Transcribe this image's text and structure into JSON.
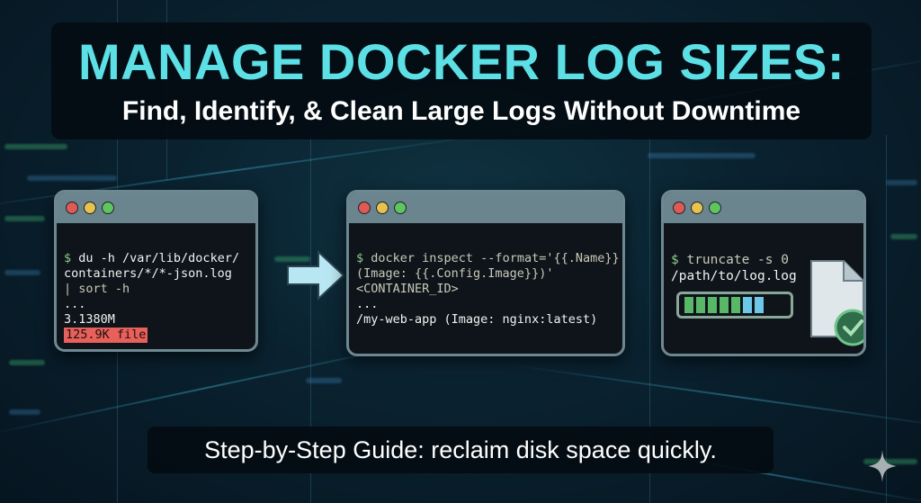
{
  "header": {
    "title": "MANAGE DOCKER LOG SIZES:",
    "subtitle": "Find, Identify, & Clean Large Logs Without Downtime"
  },
  "terminals": [
    {
      "step": "find",
      "lines": [
        {
          "prompt": "$ ",
          "text": "du -h /var/lib/docker/"
        },
        {
          "text": "containers/*/*-json.log"
        },
        {
          "text": "| sort -h"
        },
        {
          "text": "..."
        },
        {
          "text": "3.1380M"
        },
        {
          "text": "125.9K file",
          "highlight": true
        }
      ]
    },
    {
      "step": "identify",
      "lines": [
        {
          "prompt": "$ ",
          "text": "docker inspect --format='{{.Name}}"
        },
        {
          "text": "(Image: {{.Config.Image}})'"
        },
        {
          "text": "<CONTAINER_ID>"
        },
        {
          "text": ""
        },
        {
          "text": "..."
        },
        {
          "text": "/my-web-app (Image: nginx:latest)"
        }
      ]
    },
    {
      "step": "clean",
      "lines": [
        {
          "prompt": "$ ",
          "text": "truncate -s 0"
        },
        {
          "text": "/path/to/log.log"
        }
      ],
      "progress": {
        "filled_green": 5,
        "filled_blue": 2,
        "total": 9
      },
      "icons": [
        "document-icon",
        "check-circle-icon"
      ]
    }
  ],
  "footer": {
    "tagline": "Step-by-Step Guide: reclaim disk space quickly."
  },
  "colors": {
    "title": "#5ce0e6",
    "highlight": "#e8605a",
    "prompt": "#8fc98f",
    "progress_green": "#58b868",
    "progress_blue": "#6cc8e6"
  }
}
